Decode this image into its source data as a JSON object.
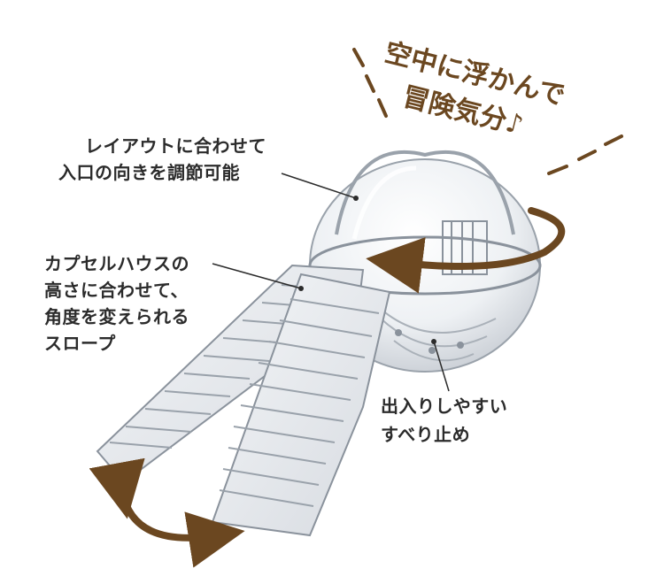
{
  "headline": {
    "line1": "空中に浮かんで",
    "line2": "冒険気分♪"
  },
  "callouts": {
    "layout": [
      "レイアウトに合わせて",
      "入口の向きを調節可能"
    ],
    "slope": [
      "カプセルハウスの",
      "高さに合わせて、",
      "角度を変えられる",
      "スロープ"
    ],
    "stopper": [
      "出入りしやすい",
      "すべり止め"
    ]
  },
  "colors": {
    "arrow": "#6b4720",
    "text": "#2b2b2b",
    "accent": "#6b4720"
  }
}
